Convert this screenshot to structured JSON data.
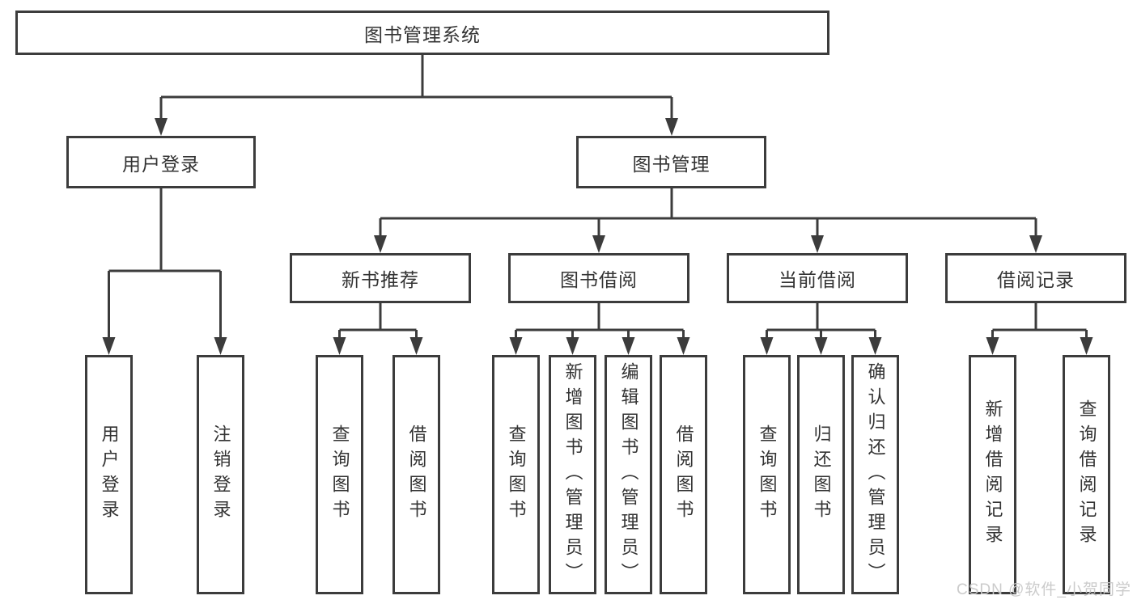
{
  "tree": {
    "root": {
      "label": "图书管理系统"
    },
    "branches": [
      {
        "label": "用户登录",
        "children": [
          {
            "label": "用户登录"
          },
          {
            "label": "注销登录"
          }
        ]
      },
      {
        "label": "图书管理",
        "sections": [
          {
            "label": "新书推荐",
            "children": [
              {
                "label": "查询图书"
              },
              {
                "label": "借阅图书"
              }
            ]
          },
          {
            "label": "图书借阅",
            "children": [
              {
                "label": "查询图书"
              },
              {
                "label": "新增图书（管理员）"
              },
              {
                "label": "编辑图书（管理员）"
              },
              {
                "label": "借阅图书"
              }
            ]
          },
          {
            "label": "当前借阅",
            "children": [
              {
                "label": "查询图书"
              },
              {
                "label": "归还图书"
              },
              {
                "label": "确认归还（管理员）"
              }
            ]
          },
          {
            "label": "借阅记录",
            "children": [
              {
                "label": "新增借阅记录"
              },
              {
                "label": "查询借阅记录"
              }
            ]
          }
        ]
      }
    ]
  },
  "watermark": {
    "text": "CSDN @软件_小贺同学"
  },
  "colors": {
    "line": "#3c3c3c",
    "text": "#333333",
    "box_fill": "#ffffff",
    "background": "#ffffff",
    "watermark": "#c9c9c9"
  }
}
